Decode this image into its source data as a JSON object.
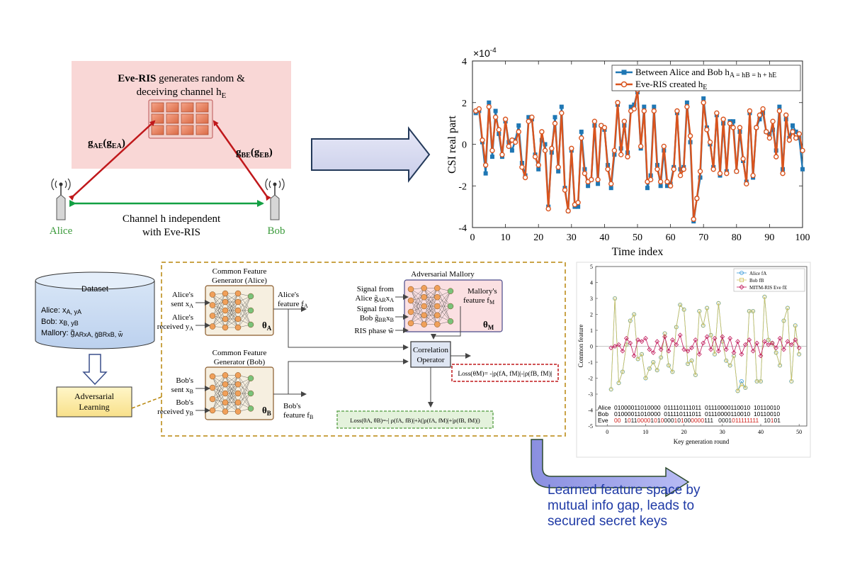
{
  "scenario": {
    "eve_ris_title_bold": "Eve-RIS",
    "eve_ris_title_rest": " generates random &",
    "eve_ris_line2": "deceiving channel h",
    "eve_ris_sub": "E",
    "g_ae_label": "g",
    "g_ae_sub1": "AE",
    "g_ae_mid": "(g",
    "g_ae_sub2": "EA",
    "g_ae_end": ")",
    "g_be_label": "g",
    "g_be_sub1": "BE",
    "g_be_mid": "(g",
    "g_be_sub2": "EB",
    "g_be_end": ")",
    "alice": "Alice",
    "bob": "Bob",
    "channel_line1": "Channel h independent",
    "channel_line2": "with Eve-RIS",
    "colors": {
      "ris_box": "#f9d7d6",
      "red_arrow": "#c0181b",
      "green_arrow": "#13a043",
      "node_name": "#3a9a3a"
    }
  },
  "csi_chart": {
    "exponent_label": "×10",
    "exponent_power": "-4",
    "ylabel": "CSI real part",
    "xlabel": "Time index",
    "legend_series1": "Between Alice and Bob h",
    "legend_series1_tail": "A = hB = h + hE",
    "legend_series2": "Eve-RIS created h",
    "legend_series2_sub": "E",
    "x_ticks": [
      "0",
      "10",
      "20",
      "30",
      "40",
      "50",
      "60",
      "70",
      "80",
      "90",
      "100"
    ],
    "y_ticks": [
      "4",
      "2",
      "0",
      "-2",
      "-4"
    ]
  },
  "chart_data": [
    {
      "type": "line",
      "xlabel": "Time index",
      "ylabel": "CSI real part",
      "xlim": [
        0,
        100
      ],
      "ylim": [
        -4,
        4
      ],
      "y_scale_note": "×10^-4",
      "x": [
        1,
        2,
        3,
        4,
        5,
        6,
        7,
        8,
        9,
        10,
        11,
        12,
        13,
        14,
        15,
        16,
        17,
        18,
        19,
        20,
        21,
        22,
        23,
        24,
        25,
        26,
        27,
        28,
        29,
        30,
        31,
        32,
        33,
        34,
        35,
        36,
        37,
        38,
        39,
        40,
        41,
        42,
        43,
        44,
        45,
        46,
        47,
        48,
        49,
        50,
        51,
        52,
        53,
        54,
        55,
        56,
        57,
        58,
        59,
        60,
        61,
        62,
        63,
        64,
        65,
        66,
        67,
        68,
        69,
        70,
        71,
        72,
        73,
        74,
        75,
        76,
        77,
        78,
        79,
        80,
        81,
        82,
        83,
        84,
        85,
        86,
        87,
        88,
        89,
        90,
        91,
        92,
        93,
        94,
        95,
        96,
        97,
        98,
        99,
        100
      ],
      "series": [
        {
          "name": "Between Alice and Bob hA = hB = h + hE",
          "color": "#1f77b4",
          "values": [
            1.5,
            1.6,
            0.1,
            -1.4,
            2.0,
            -0.6,
            1.6,
            0.5,
            -0.6,
            1.1,
            0.1,
            -0.3,
            0.2,
            0.9,
            -0.9,
            -1.5,
            1.3,
            1.2,
            -0.5,
            -1.2,
            0.2,
            0.0,
            -3.0,
            -0.4,
            1.3,
            -1.3,
            1.8,
            -2.1,
            -3.2,
            -0.3,
            -3.0,
            -3.0,
            0.6,
            -1.2,
            -2.0,
            -1.7,
            0.9,
            -1.9,
            0.9,
            0.7,
            -1.0,
            -2.1,
            -0.5,
            1.9,
            -0.2,
            0.9,
            -0.4,
            1.8,
            1.9,
            2.5,
            -0.2,
            1.8,
            -2.1,
            -1.5,
            1.8,
            -1.0,
            -2.0,
            -0.3,
            -2.0,
            -1.9,
            -1.1,
            1.5,
            -1.2,
            -1.1,
            2.0,
            0.1,
            -3.7,
            -2.6,
            -1.6,
            2.2,
            0.8,
            0.0,
            -1.1,
            1.4,
            -1.5,
            1.0,
            -1.3,
            1.1,
            1.1,
            -1.3,
            0.6,
            -0.8,
            -1.8,
            1.5,
            -1.6,
            0.8,
            1.2,
            1.5,
            0.6,
            0.5,
            0.7,
            -0.3,
            1.8,
            -1.2,
            1.2,
            0.3,
            0.9,
            0.6,
            0.3,
            -1.2
          ]
        },
        {
          "name": "Eve-RIS created hE",
          "color": "#d9541e",
          "values": [
            1.6,
            1.7,
            0.2,
            -1.0,
            1.8,
            -0.3,
            1.3,
            0.7,
            -0.5,
            1.2,
            -0.1,
            0.2,
            0.1,
            0.6,
            -1.1,
            -1.6,
            1.1,
            1.3,
            -0.6,
            -1.0,
            0.6,
            -0.3,
            -3.1,
            -0.2,
            1.0,
            -1.1,
            1.5,
            -2.2,
            -3.2,
            -0.2,
            -2.9,
            -2.8,
            0.3,
            -1.4,
            -1.8,
            -1.7,
            1.1,
            -1.7,
            0.9,
            0.8,
            -1.2,
            -1.9,
            -0.3,
            2.0,
            -0.5,
            1.1,
            -0.6,
            1.6,
            1.7,
            2.6,
            -0.1,
            1.6,
            -1.8,
            -1.7,
            1.6,
            -1.2,
            -1.8,
            -0.1,
            -1.8,
            -2.0,
            -1.2,
            1.6,
            -1.5,
            -1.2,
            1.8,
            0.4,
            -3.6,
            -2.6,
            -1.3,
            2.0,
            0.7,
            0.1,
            -1.2,
            1.5,
            -1.4,
            1.2,
            -1.4,
            1.0,
            0.8,
            -1.3,
            0.8,
            -0.7,
            -1.9,
            1.6,
            -1.5,
            0.8,
            1.4,
            1.7,
            0.6,
            0.3,
            1.1,
            -0.6,
            1.6,
            -1.4,
            1.4,
            0.2,
            0.6,
            0.3,
            0.5,
            -0.3
          ]
        }
      ]
    },
    {
      "type": "line",
      "xlabel": "Key generation round",
      "ylabel": "Common feature",
      "xlim": [
        -3,
        52
      ],
      "ylim": [
        -5,
        5
      ],
      "x": [
        1,
        2,
        3,
        4,
        5,
        6,
        7,
        8,
        9,
        10,
        11,
        12,
        13,
        14,
        15,
        16,
        17,
        18,
        19,
        20,
        21,
        22,
        23,
        24,
        25,
        26,
        27,
        28,
        29,
        30,
        31,
        32,
        33,
        34,
        35,
        36,
        37,
        38,
        39,
        40,
        41,
        42,
        43,
        44,
        45,
        46,
        47,
        48,
        49,
        50
      ],
      "series": [
        {
          "name": "Alice fA",
          "color": "#3a9ad9",
          "values": [
            -2.7,
            3.0,
            -2.3,
            -1.6,
            0.1,
            1.6,
            2.0,
            -0.8,
            -0.5,
            -2.0,
            -1.4,
            -1.0,
            -1.5,
            -0.7,
            0.8,
            -1.2,
            -1.6,
            1.2,
            2.6,
            2.3,
            -1.1,
            -0.9,
            -1.8,
            2.2,
            1.3,
            2.4,
            0.7,
            -0.5,
            2.7,
            0.3,
            -0.9,
            -1.2,
            -0.6,
            -2.8,
            -2.2,
            -2.6,
            2.2,
            2.2,
            -2.2,
            -2.2,
            3.1,
            0.4,
            0.2,
            -0.4,
            -1.2,
            1.6,
            2.4,
            -2.2,
            1.3,
            -0.5
          ]
        },
        {
          "name": "Bob fB",
          "color": "#d1c25a",
          "values": [
            -2.7,
            3.0,
            -2.3,
            -1.6,
            0.1,
            1.6,
            2.0,
            -0.8,
            -0.5,
            -2.0,
            -1.4,
            -1.0,
            -1.5,
            -0.7,
            0.8,
            -1.2,
            -1.6,
            1.2,
            2.6,
            2.3,
            -1.1,
            -0.9,
            -1.8,
            2.2,
            1.3,
            2.4,
            0.7,
            -0.5,
            2.7,
            0.3,
            -0.9,
            -1.2,
            -0.6,
            -2.8,
            -2.4,
            -2.6,
            2.2,
            2.2,
            -2.2,
            -2.2,
            3.1,
            0.4,
            0.2,
            -0.4,
            -1.2,
            1.6,
            2.4,
            -2.2,
            1.3,
            -0.5
          ]
        },
        {
          "name": "MITM-RIS Eve fE",
          "color": "#c0185a",
          "values": [
            -0.1,
            0.0,
            0.1,
            -0.3,
            0.5,
            0.2,
            -0.6,
            0.4,
            0.3,
            0.5,
            -0.2,
            -0.4,
            0.3,
            -0.2,
            0.6,
            -0.3,
            0.4,
            0.1,
            0.7,
            -0.2,
            -0.3,
            -0.1,
            0.4,
            -0.5,
            0.2,
            0.6,
            -0.2,
            0.5,
            -0.3,
            0.6,
            -0.2,
            0.5,
            -0.4,
            0.3,
            -0.5,
            0.1,
            0.4,
            -0.3,
            0.2,
            -0.6,
            0.3,
            0.1,
            0.2,
            -0.1,
            0.5,
            -0.2,
            0.3,
            0.1,
            0.4,
            -0.1
          ]
        }
      ]
    }
  ],
  "dataset": {
    "title": "Dataset",
    "alice_line": "Alice: x",
    "alice_tail": "A, yA",
    "bob_line": "Bob: x",
    "bob_tail": "B, yB",
    "mallory_line": "Mallory: g̃",
    "mallory_tail": "ARxA, g̃BRxB, w̃"
  },
  "adversarial_learning_line1": "Adversarial",
  "adversarial_learning_line2": "Learning",
  "network": {
    "alice_gen_title1": "Common Feature",
    "alice_gen_title2": "Generator (Alice)",
    "alice_sent": "Alice's",
    "alice_sent2": "sent x",
    "alice_sent_sub": "A",
    "alice_recv": "Alice's",
    "alice_recv2": "received y",
    "alice_recv_sub": "A",
    "alice_feature1": "Alice's",
    "alice_feature2": "feature f",
    "alice_feature_sub": "A",
    "theta_a": "θ",
    "theta_a_sub": "A",
    "bob_gen_title1": "Common Feature",
    "bob_gen_title2": "Generator (Bob)",
    "bob_sent": "Bob's",
    "bob_sent2": "sent x",
    "bob_sent_sub": "B",
    "bob_recv": "Bob's",
    "bob_recv2": "received y",
    "bob_recv_sub": "B",
    "bob_feature1": "Bob's",
    "bob_feature2": "feature f",
    "bob_feature_sub": "B",
    "theta_b": "θ",
    "theta_b_sub": "B",
    "mallory_title": "Adversarial Mallory",
    "sig_alice1": "Signal from",
    "sig_alice2": "Alice g̃",
    "sig_alice_sub": "AR",
    "sig_alice_tail": "x",
    "sig_alice_tail_sub": "A",
    "sig_bob1": "Signal from",
    "sig_bob2": "Bob g̃",
    "sig_bob_sub": "BR",
    "sig_bob_tail": "x",
    "sig_bob_tail_sub": "B",
    "ris_phase": "RIS phase w̃",
    "mallory_feature1": "Mallory's",
    "mallory_feature2": "feature f",
    "mallory_feature_sub": "M",
    "theta_m": "θ",
    "theta_m_sub": "M",
    "corr1": "Correlation",
    "corr2": "Operator",
    "loss_m": "Loss(θM)= -|ρ(fA, fM)|-|ρ(fB, fM)|",
    "loss_ab": "Loss(θA, θB)=-| ρ(fA, fB)|+λ(|ρ(fA, fM)|+|ρ(fB, fM)|)"
  },
  "key_chart": {
    "ylabel": "Common feature",
    "xlabel": "Key generation round",
    "legend": [
      "Alice fA",
      "Bob fB",
      "MITM-RIS Eve fE"
    ],
    "y_ticks": [
      "5",
      "4",
      "3",
      "2",
      "1",
      "0",
      "-1",
      "-2",
      "-3",
      "-4",
      "-5"
    ],
    "x_ticks": [
      "0",
      "10",
      "20",
      "30",
      "40",
      "50"
    ],
    "key_alice_label": "Alice",
    "key_bob_label": "Bob",
    "key_eve_label": "Eve",
    "key_alice": "01000011010000  011110111011  01110000110010  10110010",
    "key_bob": "01000011010000  011110111011  01110000110010  10110010",
    "key_eve_segments": [
      {
        "t": "00",
        "red": true
      },
      {
        "t": "  ",
        "red": false
      },
      {
        "t": "1",
        "red": false
      },
      {
        "t": "0",
        "red": true
      },
      {
        "t": "11",
        "red": false
      },
      {
        "t": "0000",
        "red": true
      },
      {
        "t": "1",
        "red": false
      },
      {
        "t": "0",
        "red": true
      },
      {
        "t": "1",
        "red": false
      },
      {
        "t": "0",
        "red": true
      },
      {
        "t": "000",
        "red": false
      },
      {
        "t": "1",
        "red": true
      },
      {
        "t": "0",
        "red": false
      },
      {
        "t": "1",
        "red": true
      },
      {
        "t": "00",
        "red": false
      },
      {
        "t": "0000",
        "red": true
      },
      {
        "t": "1",
        "red": false
      },
      {
        "t": "11",
        "red": false
      },
      {
        "t": "   ",
        "red": false
      },
      {
        "t": "000",
        "red": false
      },
      {
        "t": "1",
        "red": false
      },
      {
        "t": "011111111",
        "red": true
      },
      {
        "t": "   ",
        "red": false
      },
      {
        "t": "10",
        "red": false
      },
      {
        "t": "1",
        "red": true
      },
      {
        "t": "01",
        "red": false
      }
    ]
  },
  "caption_line1": "Learned feature space by",
  "caption_line2": "mutual info gap, leads to",
  "caption_line3": "secured secret keys"
}
